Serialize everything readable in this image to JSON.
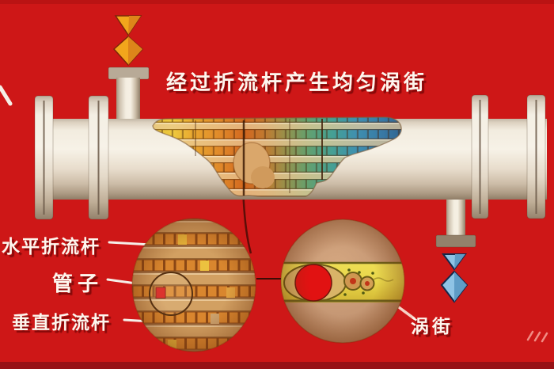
{
  "title": "经过折流杆产生均匀涡街",
  "callouts": {
    "horizontal_baffle_rod": "水平折流杆",
    "tube": "管子",
    "vertical_baffle_rod": "垂直折流杆",
    "vortex_street": "涡街"
  },
  "icons": {
    "inlet_flow_arrow": "▼",
    "outlet_flow_arrow": "▼"
  },
  "colors": {
    "background": "#ce1717",
    "bottom_band": "#971116",
    "shell_metal": "#f2ecdf",
    "inlet_arrow": "#f2a61c",
    "outlet_arrow": "#8fc3e5",
    "tube_highlight_red": "#d61313",
    "baffle_rod_tan": "#d2a062",
    "vortex_band_yellow": "#e8d64a",
    "tube_bundle_gradient": [
      "#e8c63a",
      "#df8c2a",
      "#cf6420",
      "#5aa080",
      "#3f8fb0",
      "#2f6490"
    ]
  }
}
